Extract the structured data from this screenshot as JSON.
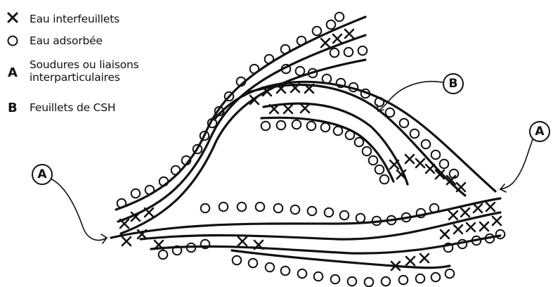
{
  "legend": {
    "items": [
      {
        "symbol": "cross-icon",
        "label": "Eau interfeuillets"
      },
      {
        "symbol": "circle-icon",
        "label": "Eau adsorbée"
      },
      {
        "key": "A",
        "label_lines": [
          "Soudures ou liaisons",
          "interparticulaires"
        ]
      },
      {
        "key": "B",
        "label": "Feuillets de CSH"
      }
    ]
  },
  "callouts": {
    "a_left": "A",
    "a_right": "A",
    "b_top": "B"
  },
  "colors": {
    "ink": "#111111",
    "background": "#ffffff"
  }
}
